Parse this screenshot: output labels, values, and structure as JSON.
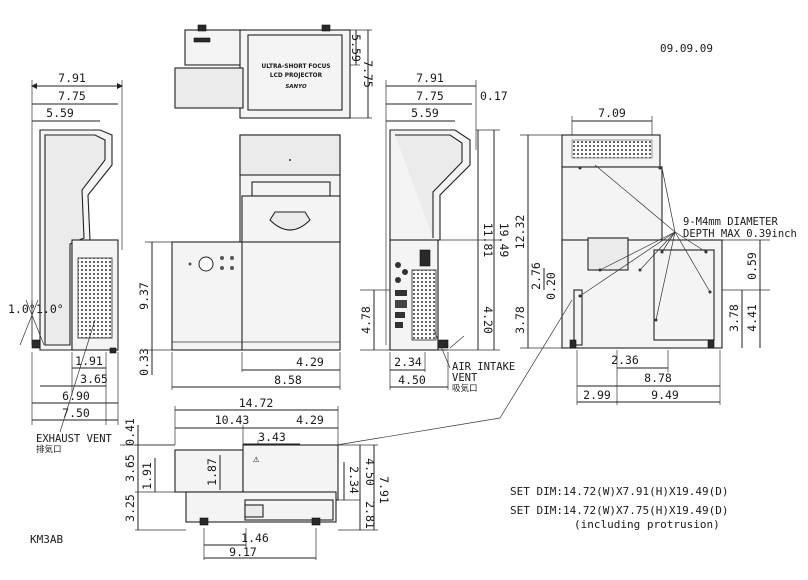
{
  "drawing": {
    "date": "09.09.09",
    "code": "KM3AB",
    "set_dim_1": "SET DIM:14.72(W)X7.91(H)X19.49(D)",
    "set_dim_2": "SET DIM:14.72(W)X7.75(H)X19.49(D)",
    "set_dim_2_note": "(including protrusion)",
    "product_label_line1": "ULTRA-SHORT FOCUS",
    "product_label_line2": "LCD PROJECTOR",
    "brand": "SANYO"
  },
  "labels": {
    "exhaust_vent": "EXHAUST VENT",
    "exhaust_vent_jp": "排気口",
    "air_intake": "AIR INTAKE",
    "vent": "VENT",
    "air_intake_jp": "吸気口",
    "screw_note_1": "9-M4mm DIAMETER",
    "screw_note_2": "DEPTH MAX 0.39inch"
  },
  "top_view": {
    "dims": {
      "h_559": "5.59",
      "h_775": "7.75"
    }
  },
  "left_side_view": {
    "dims": {
      "w_791": "7.91",
      "w_775": "7.75",
      "w_559": "5.59",
      "w_191": "1.91",
      "w_365": "3.65",
      "w_690": "6.90",
      "w_750": "7.50",
      "angle_1": "1.0°",
      "angle_2": "1.0°"
    }
  },
  "front_view": {
    "dims": {
      "h_937": "9.37",
      "h_033": "0.33",
      "w_429": "4.29",
      "w_858": "8.58"
    }
  },
  "right_side_view": {
    "dims": {
      "w_791": "7.91",
      "w_775": "7.75",
      "w_017": "0.17",
      "w_559": "5.59",
      "h_1181": "11.81",
      "h_1949": "19.49",
      "h_478": "4.78",
      "h_420": "4.20",
      "w_234": "2.34",
      "w_450": "4.50"
    }
  },
  "bottom_view": {
    "dims": {
      "w_709": "7.09",
      "h_1232": "12.32",
      "h_276": "2.76",
      "h_020": "0.20",
      "h_378_l": "3.78",
      "h_059": "0.59",
      "h_378_r": "3.78",
      "h_441": "4.41",
      "w_236": "2.36",
      "w_878": "8.78",
      "w_299": "2.99",
      "w_949": "9.49"
    }
  },
  "rear_view": {
    "dims": {
      "w_1472": "14.72",
      "w_1043": "10.43",
      "w_429": "4.29",
      "w_343": "3.43",
      "h_041": "0.41",
      "h_365": "3.65",
      "h_191": "1.91",
      "h_187": "1.87",
      "h_325": "3.25",
      "h_234": "2.34",
      "h_450": "4.50",
      "h_791": "7.91",
      "h_281": "2.81",
      "w_146": "1.46",
      "w_917": "9.17"
    }
  }
}
